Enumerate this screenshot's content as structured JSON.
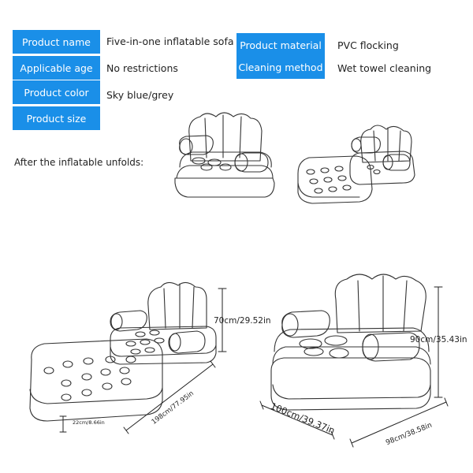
{
  "specs": [
    {
      "label": "Product name",
      "value": "Five-in-one inflatable sofa"
    },
    {
      "label": "Applicable age",
      "value": "No restrictions"
    },
    {
      "label": "Product color",
      "value": "Sky blue/grey"
    },
    {
      "label": "Product size",
      "value": ""
    }
  ],
  "specs_right": [
    {
      "label": "Product material",
      "value": "PVC flocking"
    },
    {
      "label": "Cleaning method",
      "value": "Wet towel cleaning"
    }
  ],
  "unfold_note": "After the inflatable unfolds:",
  "dimensions": {
    "bed_height": "22cm/8.66in",
    "bed_length": "198cm/77.95in",
    "bed_back_height": "70cm/29.52in",
    "chair_height": "90cm/35.43in",
    "chair_width": "100cm/39.37in",
    "chair_depth": "98cm/38.58in"
  },
  "colors": {
    "label_bg": "#1a8fe8",
    "label_text": "#ffffff",
    "line": "#333333"
  }
}
